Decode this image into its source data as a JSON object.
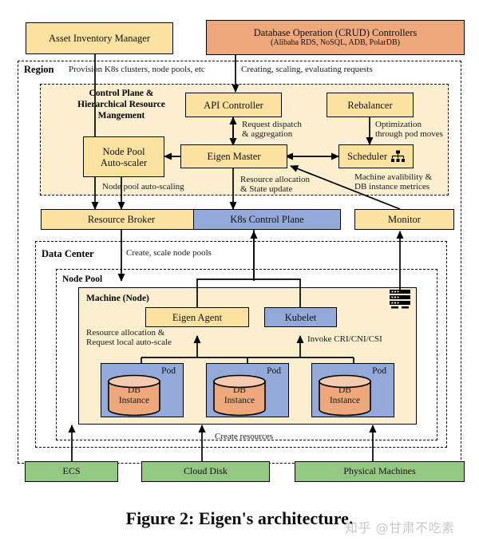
{
  "figure": {
    "caption": "Figure 2: Eigen's architecture.",
    "watermark": "知乎 @甘肃不吃素"
  },
  "colors": {
    "yellow": "#fbe2a0",
    "orange": "#eda87c",
    "blue": "#93aad8",
    "green": "#94c883",
    "pale_yellow": "#fcefd0",
    "stroke": "#000000",
    "watermark": "#c9c9c9"
  },
  "top_boxes": [
    {
      "id": "asset-inventory-manager",
      "label": "Asset Inventory Manager",
      "color": "yellow"
    },
    {
      "id": "crud-controllers",
      "label": "Database Operation (CRUD) Controllers",
      "sublabel": "(Alibaba RDS, NoSQL, ADB, PolarDB)",
      "color": "orange"
    }
  ],
  "containers": {
    "region": {
      "label": "Region"
    },
    "control_plane": {
      "label_line1": "Control Plane &",
      "label_line2": "Hierarchical Resource",
      "label_line3": "Mangement"
    },
    "data_center": {
      "label": "Data Center"
    },
    "node_pool": {
      "label": "Node Pool"
    },
    "machine": {
      "label": "Machine (Node)"
    }
  },
  "control_plane_boxes": [
    {
      "id": "api-controller",
      "label": "API Controller",
      "color": "yellow"
    },
    {
      "id": "rebalancer",
      "label": "Rebalancer",
      "color": "yellow"
    },
    {
      "id": "node-pool-auto-scaler",
      "label": "Node Pool\nAuto-scaler",
      "line1": "Node Pool",
      "line2": "Auto-scaler",
      "color": "yellow"
    },
    {
      "id": "eigen-master",
      "label": "Eigen Master",
      "color": "yellow"
    },
    {
      "id": "scheduler",
      "label": "Scheduler",
      "color": "yellow",
      "icon": "hierarchy-icon"
    }
  ],
  "mid_boxes": [
    {
      "id": "resource-broker",
      "label": "Resource Broker",
      "color": "yellow"
    },
    {
      "id": "k8s-control-plane",
      "label": "K8s Control Plane",
      "color": "blue"
    },
    {
      "id": "monitor",
      "label": "Monitor",
      "color": "yellow"
    }
  ],
  "machine_boxes": [
    {
      "id": "eigen-agent",
      "label": "Eigen Agent",
      "color": "yellow"
    },
    {
      "id": "kubelet",
      "label": "Kubelet",
      "color": "blue"
    }
  ],
  "pods": [
    {
      "id": "pod-1",
      "label": "Pod",
      "db_line1": "DB",
      "db_line2": "Instance"
    },
    {
      "id": "pod-2",
      "label": "Pod",
      "db_line1": "DB",
      "db_line2": "Instance"
    },
    {
      "id": "pod-3",
      "label": "Pod",
      "db_line1": "DB",
      "db_line2": "Instance"
    }
  ],
  "bottom_boxes": [
    {
      "id": "ecs",
      "label": "ECS",
      "color": "green"
    },
    {
      "id": "cloud-disk",
      "label": "Cloud Disk",
      "color": "green"
    },
    {
      "id": "physical-machines",
      "label": "Physical Machines",
      "color": "green"
    }
  ],
  "edge_labels": {
    "provision": "Provision K8s clusters, node pools, etc",
    "creating": "Creating, scaling, evaluating requests",
    "request_dispatch_1": "Request dispatch",
    "request_dispatch_2": "& aggregation",
    "optimization_1": "Optimization",
    "optimization_2": "through pod moves",
    "node_pool_autoscaling": "Node pool auto-scaling",
    "resource_alloc_1": "Resource allocation",
    "resource_alloc_2": "& State update",
    "machine_metrics_1": "Machine avalibility &",
    "machine_metrics_2": "DB instance metrices",
    "create_scale_node_pools": "Create, scale node pools",
    "resource_alloc_local_1": "Resource allocation &",
    "resource_alloc_local_2": "Request local auto-scale",
    "invoke_cri": "Invoke CRI/CNI/CSI",
    "create_resources": "Create resources"
  }
}
